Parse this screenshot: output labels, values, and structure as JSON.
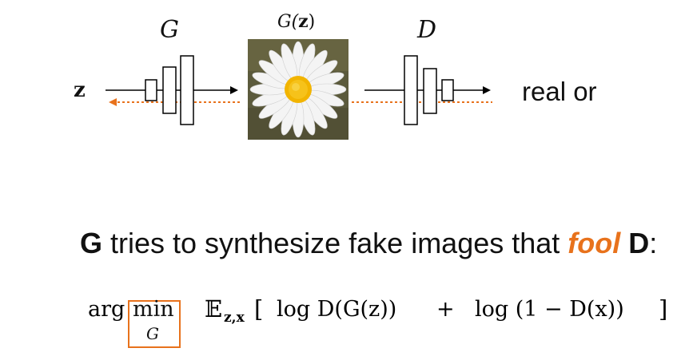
{
  "diagram": {
    "generator_label": "G",
    "discriminator_label": "D",
    "image_label_prefix": "G(",
    "image_label_var": "z",
    "image_label_suffix": ")",
    "input_label": "z",
    "output_label": "real or",
    "forward_arrow_color": "#000000",
    "gradient_arrow_color": "#e8721c"
  },
  "sentence": {
    "subject": "G",
    "middle": " tries to synthesize fake images that ",
    "emphasis": "fool",
    "object": " D",
    "end": ":"
  },
  "formula": {
    "arg": "arg",
    "min": "min",
    "min_sub": "G",
    "expectation": "𝔼",
    "expectation_sub": "z,x",
    "open_bracket": "[",
    "term1": "log D(G(z))",
    "plus": "+",
    "term2": "log (1 − D(x))",
    "close_bracket": "]",
    "highlight_color": "#e8721c"
  }
}
